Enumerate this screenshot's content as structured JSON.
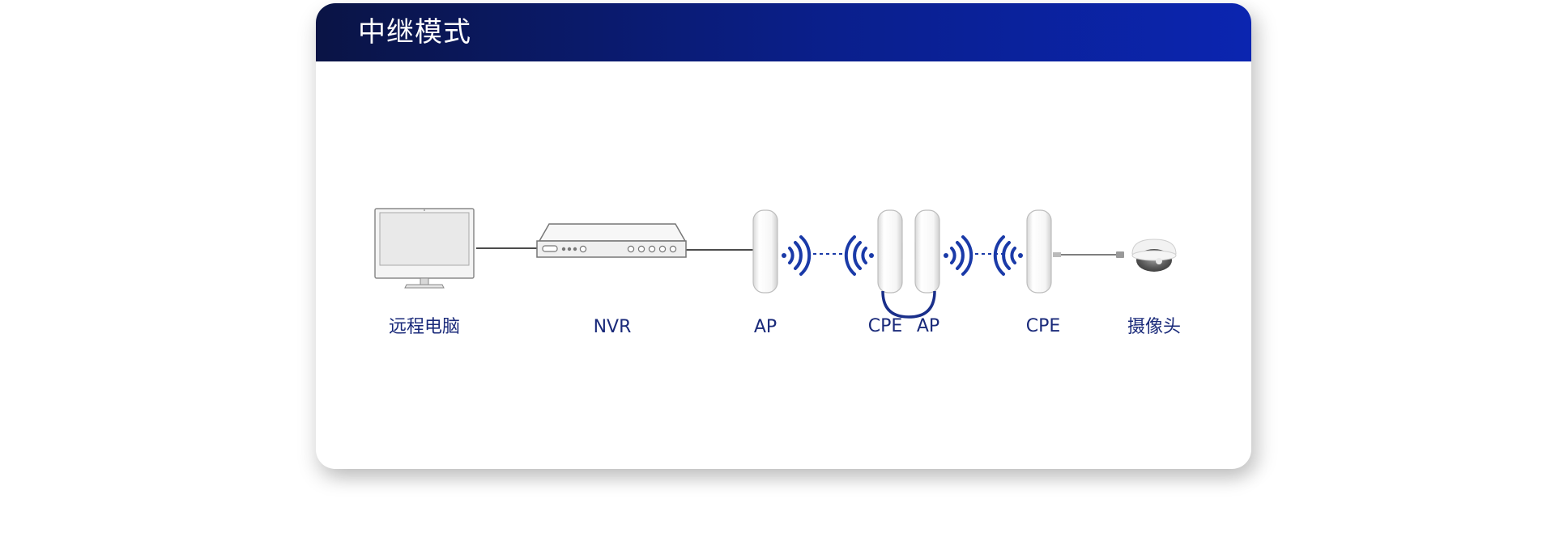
{
  "header": {
    "title": "中继模式"
  },
  "nodes": [
    {
      "id": "pc",
      "label": "远程电脑",
      "icon": "monitor-icon"
    },
    {
      "id": "nvr",
      "label": "NVR",
      "icon": "nvr-icon"
    },
    {
      "id": "ap1",
      "label": "AP",
      "icon": "cpe-device-icon"
    },
    {
      "id": "cpe1",
      "label": "CPE",
      "icon": "cpe-device-icon"
    },
    {
      "id": "ap2",
      "label": "AP",
      "icon": "cpe-device-icon"
    },
    {
      "id": "cpe2",
      "label": "CPE",
      "icon": "cpe-device-icon"
    },
    {
      "id": "camera",
      "label": "摄像头",
      "icon": "dome-camera-icon"
    }
  ],
  "colors": {
    "header_start": "#0a1445",
    "header_end": "#0b25b0",
    "wireless": "#1a3aa8",
    "label": "#1a2a7a"
  }
}
